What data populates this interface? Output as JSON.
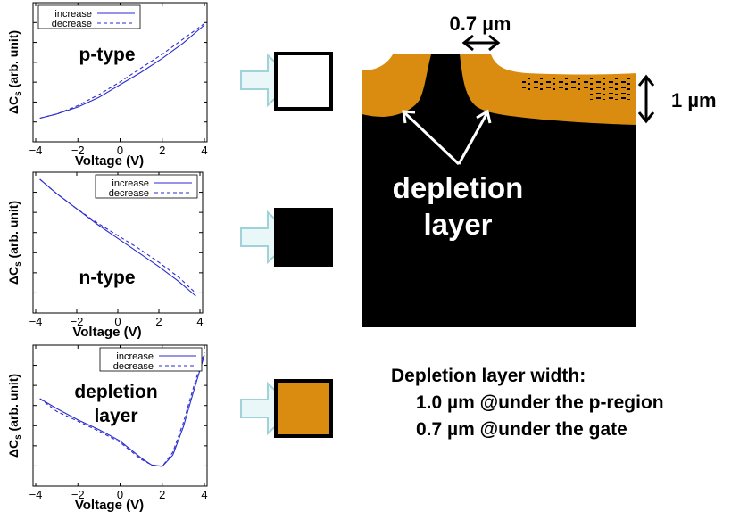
{
  "chart_data": [
    {
      "type": "line",
      "title": "p-type",
      "xlabel": "Voltage (V)",
      "ylabel": "ΔCs (arb. unit)",
      "xlim": [
        -4,
        4
      ],
      "x_ticks": [
        "−4",
        "−2",
        "0",
        "2",
        "4"
      ],
      "legend": "top-left",
      "series": [
        {
          "name": "increase",
          "style": "solid",
          "color": "#2b2bd1",
          "x": [
            -3.8,
            -3,
            -2,
            -1,
            0,
            1,
            2,
            3,
            4
          ],
          "y": [
            0.17,
            0.2,
            0.25,
            0.32,
            0.41,
            0.5,
            0.6,
            0.71,
            0.84
          ]
        },
        {
          "name": "decrease",
          "style": "dashed",
          "color": "#2b2bd1",
          "x": [
            -3.8,
            -3,
            -2,
            -1,
            0,
            1,
            2,
            3,
            4
          ],
          "y": [
            0.17,
            0.2,
            0.26,
            0.34,
            0.43,
            0.53,
            0.63,
            0.74,
            0.85
          ]
        }
      ]
    },
    {
      "type": "line",
      "title": "n-type",
      "xlabel": "Voltage (V)",
      "ylabel": "ΔCs (arb. unit)",
      "xlim": [
        -4,
        4
      ],
      "x_ticks": [
        "−4",
        "−2",
        "0",
        "2",
        "4"
      ],
      "legend": "top-right",
      "series": [
        {
          "name": "increase",
          "style": "solid",
          "color": "#2b2bd1",
          "x": [
            -3.8,
            -3,
            -2,
            -1,
            0,
            1,
            2,
            3,
            3.8
          ],
          "y": [
            0.95,
            0.85,
            0.74,
            0.63,
            0.53,
            0.43,
            0.33,
            0.22,
            0.12
          ]
        },
        {
          "name": "decrease",
          "style": "dashed",
          "color": "#2b2bd1",
          "x": [
            -3.8,
            -3,
            -2,
            -1,
            0,
            1,
            2,
            3,
            3.8
          ],
          "y": [
            0.95,
            0.85,
            0.74,
            0.64,
            0.55,
            0.46,
            0.36,
            0.25,
            0.14
          ]
        }
      ]
    },
    {
      "type": "line",
      "title": "depletion layer",
      "xlabel": "Voltage (V)",
      "ylabel": "ΔCs (arb. unit)",
      "xlim": [
        -4,
        4
      ],
      "x_ticks": [
        "−4",
        "−2",
        "0",
        "2",
        "4"
      ],
      "legend": "top-right",
      "series": [
        {
          "name": "increase",
          "style": "solid",
          "color": "#2b2bd1",
          "x": [
            -3.8,
            -3,
            -2,
            -1,
            0,
            1,
            1.5,
            2,
            2.5,
            3,
            3.5,
            4
          ],
          "y": [
            0.62,
            0.55,
            0.47,
            0.4,
            0.32,
            0.2,
            0.15,
            0.14,
            0.22,
            0.42,
            0.68,
            0.93
          ]
        },
        {
          "name": "decrease",
          "style": "dashed",
          "color": "#2b2bd1",
          "x": [
            -3.8,
            -3,
            -2,
            -1,
            0,
            1,
            1.5,
            2,
            2.5,
            3,
            3.5,
            4
          ],
          "y": [
            0.62,
            0.53,
            0.46,
            0.39,
            0.31,
            0.19,
            0.15,
            0.14,
            0.24,
            0.45,
            0.71,
            0.95
          ]
        }
      ]
    }
  ],
  "legend_labels": {
    "increase": "increase",
    "decrease": "decrease"
  },
  "panel_labels": {
    "p_type": "p-type",
    "n_type": "n-type",
    "depletion_line1": "depletion",
    "depletion_line2": "layer"
  },
  "axis_text": {
    "xlabel": "Voltage (V)",
    "ylabel_prefix": "ΔC",
    "ylabel_sub": "s",
    "ylabel_suffix": " (arb. unit)"
  },
  "swatches": {
    "p_type_color": "#ffffff",
    "n_type_color": "#000000",
    "depletion_color": "#d98c10"
  },
  "map": {
    "scale_top": "0.7 µm",
    "scale_side": "1 µm",
    "label_line1": "depletion",
    "label_line2": "layer"
  },
  "summary": {
    "heading": "Depletion layer width:",
    "line1": "1.0 µm @under the p-region",
    "line2": "0.7 µm @under the gate"
  }
}
